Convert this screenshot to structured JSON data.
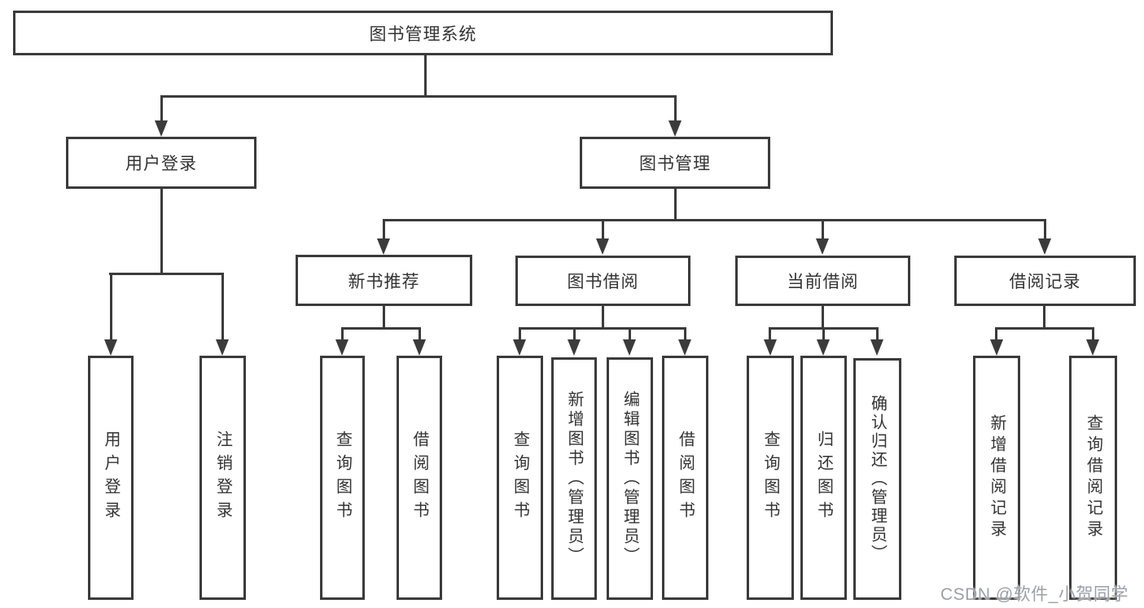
{
  "watermark": "CSDN @软件_小贺同学",
  "colors": {
    "line": "#3b3b3b",
    "text": "#333333",
    "background": "#ffffff",
    "watermark": "#9aa0a9"
  },
  "nodes": {
    "root": {
      "label": "图书管理系统"
    },
    "level2": [
      {
        "label": "用户登录"
      },
      {
        "label": "图书管理"
      }
    ],
    "level3": [
      {
        "label": "新书推荐"
      },
      {
        "label": "图书借阅"
      },
      {
        "label": "当前借阅"
      },
      {
        "label": "借阅记录"
      }
    ],
    "leaves": [
      {
        "label": "用户登录"
      },
      {
        "label": "注销登录"
      },
      {
        "label": "查询图书"
      },
      {
        "label": "借阅图书"
      },
      {
        "label": "查询图书"
      },
      {
        "label": "新增图书（管理员）"
      },
      {
        "label": "编辑图书（管理员）"
      },
      {
        "label": "借阅图书"
      },
      {
        "label": "查询图书"
      },
      {
        "label": "归还图书"
      },
      {
        "label": "确认归还（管理员）"
      },
      {
        "label": "新增借阅记录"
      },
      {
        "label": "查询借阅记录"
      }
    ]
  },
  "hierarchy": {
    "图书管理系统": {
      "用户登录": [
        "用户登录",
        "注销登录"
      ],
      "图书管理": {
        "新书推荐": [
          "查询图书",
          "借阅图书"
        ],
        "图书借阅": [
          "查询图书",
          "新增图书（管理员）",
          "编辑图书（管理员）",
          "借阅图书"
        ],
        "当前借阅": [
          "查询图书",
          "归还图书",
          "确认归还（管理员）"
        ],
        "借阅记录": [
          "新增借阅记录",
          "查询借阅记录"
        ]
      }
    }
  }
}
